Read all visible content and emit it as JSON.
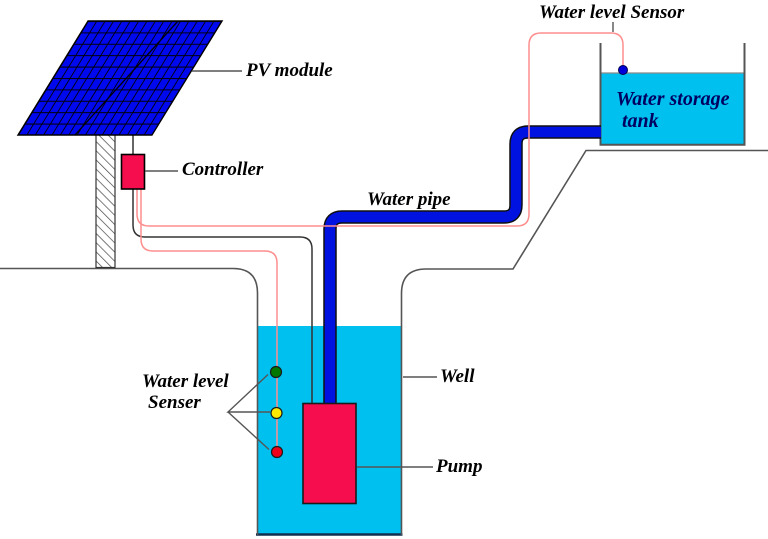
{
  "diagram": {
    "labels": {
      "pv_module": "PV module",
      "controller": "Controller",
      "tank_sensor": "Water level Sensor",
      "tank_line1": "Water storage",
      "tank_line2": "tank",
      "water_pipe": "Water pipe",
      "well": "Well",
      "pump": "Pump",
      "well_sensor_line1": "Water level",
      "well_sensor_line2": "Senser"
    },
    "colors": {
      "panel_blue": "#0008EE",
      "water_cyan": "#00C0F0",
      "device_red": "#F50D4D",
      "pipe_blue": "#0012E0",
      "wire_pink": "#FF8E8E",
      "wire_black": "#333333",
      "ground_gray": "#555555",
      "tank_text_navy": "#000060",
      "sensor_green": "#007800",
      "sensor_yellow": "#FFE800",
      "sensor_red": "#F00018",
      "tank_sensor_dot_blue": "#0000D8"
    }
  }
}
